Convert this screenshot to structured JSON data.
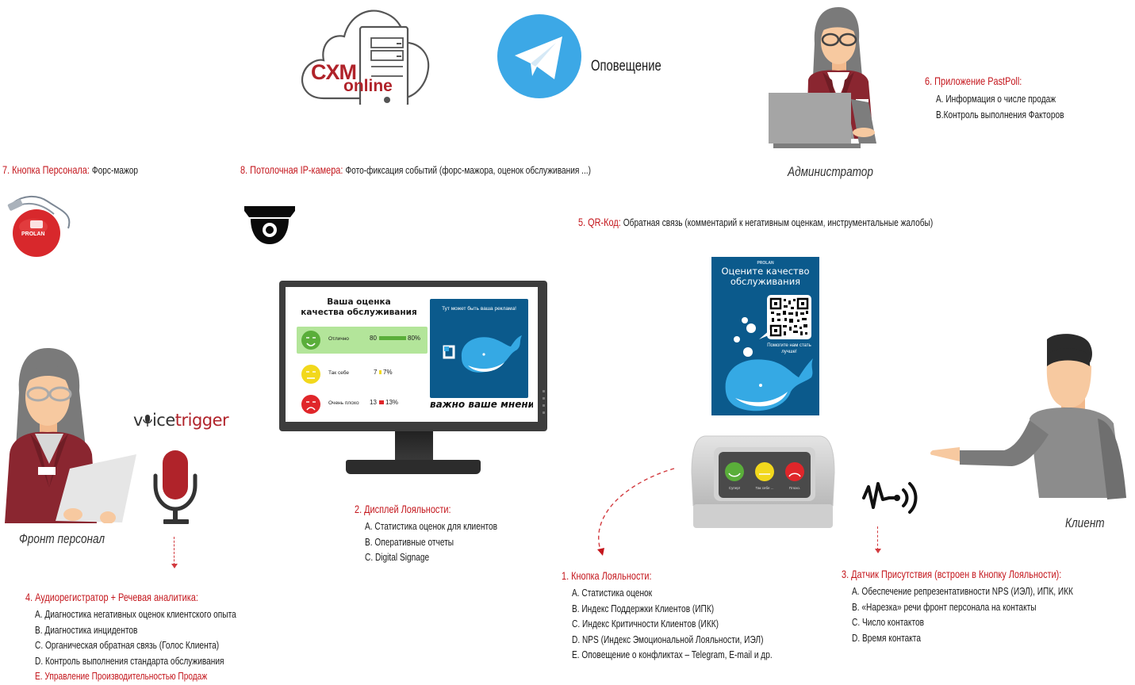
{
  "cloud": {
    "logo_line1": "CXM",
    "logo_line2": "online"
  },
  "telegram": {
    "label": "Оповещение",
    "brand_color": "#3ca8e6"
  },
  "administrator": {
    "caption": "Администратор",
    "app": {
      "title": "6. Приложение PastPoll:",
      "items": [
        "A. Информация о числе продаж",
        "B.Контроль выполнения Факторов"
      ]
    }
  },
  "staff_button": {
    "title": "7. Кнопка Персонала:",
    "desc": "Форс-мажор",
    "brand": "PROLAN"
  },
  "ip_camera": {
    "title": "8. Потолочная IP-камера:",
    "desc": "Фото-фиксация событий (форс-мажора, оценок обслуживания ...)"
  },
  "qr_code": {
    "title": "5. QR-Код:",
    "desc": "Обратная связь (комментарий к негативным оценкам, инструментальные жалобы)",
    "poster": {
      "brand": "PROLAN",
      "heading_line1": "Оцените качество",
      "heading_line2": "обслуживания",
      "helper_line1": "Помогите нам стать",
      "helper_line2": "лучше!"
    }
  },
  "display_screen": {
    "title_line1": "Ваша оценка",
    "title_line2": "качества обслуживания",
    "rows": [
      {
        "label": "Отлично",
        "count": "80",
        "percent": "80%",
        "share": 0.8,
        "color": "#5aae3a"
      },
      {
        "label": "Так себе",
        "count": "7",
        "percent": "7%",
        "share": 0.07,
        "color": "#f2d81c"
      },
      {
        "label": "Очень плохо",
        "count": "13",
        "percent": "13%",
        "share": 0.13,
        "color": "#e0262a"
      }
    ],
    "ad_text": "Тут может быть ваша реклама!",
    "ticker": "важно ваше мнени"
  },
  "loyalty_display": {
    "title": "2. Дисплей Лояльности:",
    "items": [
      "A. Статистика оценок для клиентов",
      "B. Оперативные отчеты",
      "C. Digital Signage"
    ]
  },
  "front_staff": {
    "caption": "Фронт персонал"
  },
  "voicetrigger": {
    "logo_part1": "v",
    "logo_part2": "ice",
    "logo_part3": "trigger"
  },
  "audio_recorder": {
    "title": "4. Аудиорегистратор + Речевая аналитика:",
    "items": [
      "A. Диагностика негативных оценок клиентского опыта",
      "B. Диагностика инцидентов",
      "C. Органическая обратная связь (Голос Клиента)",
      "D. Контроль выполнения стандарта обслуживания"
    ],
    "highlight_item": "E. Управление Производительностью Продаж"
  },
  "loyalty_button": {
    "device_labels": [
      "Супер!",
      "Так себе ...",
      "Плохо."
    ],
    "title": "1. Кнопка Лояльности:",
    "items": [
      "A.  Статистика оценок",
      "B. Индекс Поддержки Клиентов (ИПК)",
      "C. Индекс Критичности Клиентов (ИКК)",
      "D. NPS (Индекс Эмоциональной Лояльности, ИЭЛ)",
      "E. Оповещение о конфликтах – Telegram, E-mail и др."
    ]
  },
  "presence_sensor": {
    "title": "3. Датчик Присутствия (встроен в Кнопку Лояльности):",
    "items": [
      "A. Обеспечение репрезентативности NPS (ИЭЛ), ИПК, ИКК",
      "B. «Нарезка» речи фронт персонала на контакты",
      "C. Число контактов",
      "D. Время контакта"
    ]
  },
  "client": {
    "caption": "Клиент"
  },
  "colors": {
    "accent_red": "#c4161c",
    "jacket": "#8a2630",
    "hair": "#7a7a7a",
    "skin": "#f7c9a0",
    "poster_blue": "#0b5a8c",
    "whale": "#35a9e4"
  }
}
